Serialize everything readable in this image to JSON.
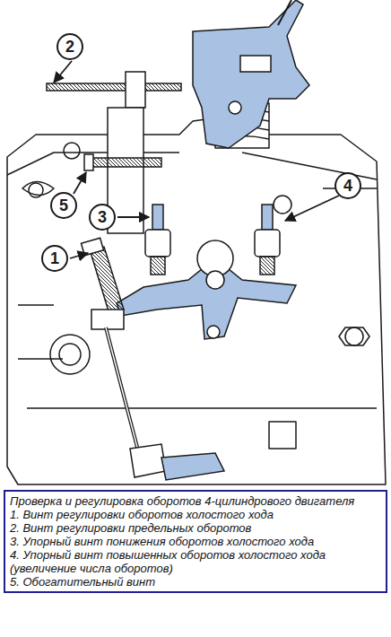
{
  "diagram": {
    "nodes": [
      {
        "text": [
          "2"
        ]
      },
      {
        "text": [
          "4"
        ]
      },
      {
        "text": [
          "5"
        ]
      },
      {
        "text": [
          "3"
        ]
      },
      {
        "text": [
          "1"
        ]
      },
      {
        "text": [
          "Проверка и регулировка оборотов 4-цилиндрового двигателя",
          "1. Винт регулировки оборотов холостого хода",
          "2. Винт регулировки предельных оборотов",
          "3. Упорный винт понижения оборотов холостого хода",
          "4. Упорный винт повышенных оборотов холостого хода (увеличение числа оборотов)",
          "5. Обогатительный винт"
        ]
      }
    ]
  }
}
